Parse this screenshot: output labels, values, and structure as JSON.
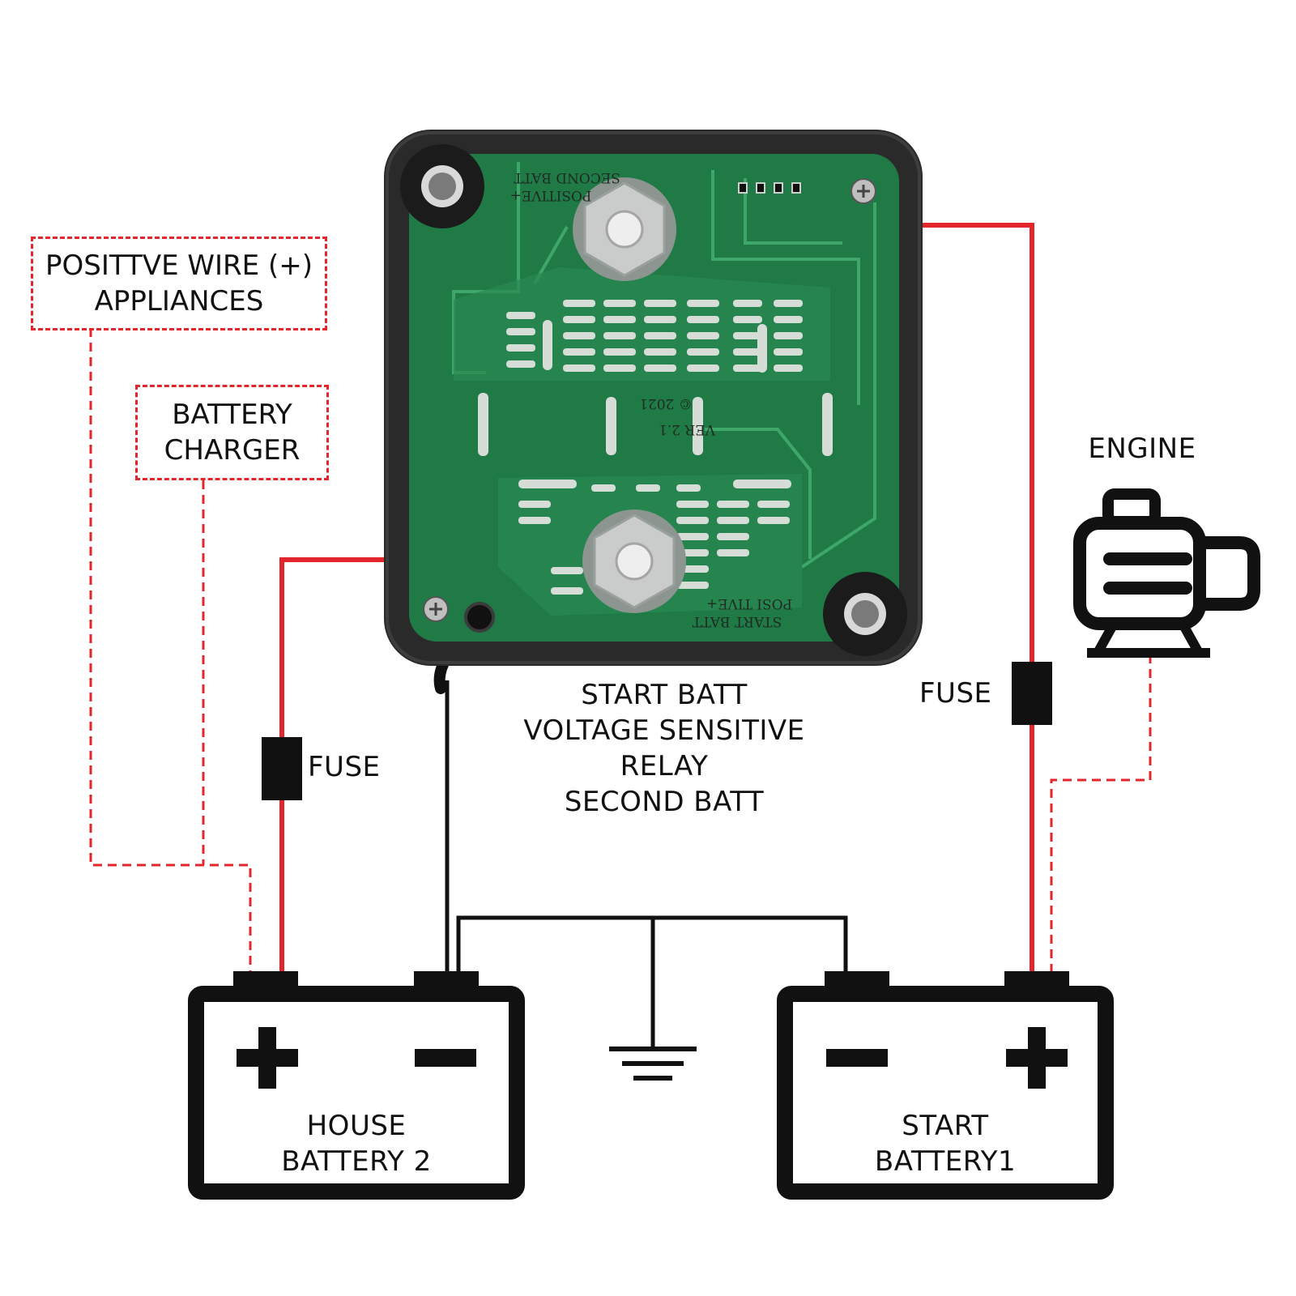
{
  "labels": {
    "appliances": {
      "line1": "POSITTVE WIRE (+)",
      "line2": "APPLIANCES"
    },
    "charger": {
      "line1": "BATTERY",
      "line2": "CHARGER"
    },
    "engine": "ENGINE",
    "fuse_left": "FUSE",
    "fuse_right": "FUSE",
    "relay": {
      "line1": "START BATT",
      "line2": "VOLTAGE SENSITIVE",
      "line3": "RELAY",
      "line4": "SECOND BATT"
    },
    "house_battery": {
      "line1": "HOUSE",
      "line2": "BATTERY 2"
    },
    "start_battery": {
      "line1": "START",
      "line2": "BATTERY1"
    }
  },
  "pcb": {
    "version": "VER 2.1",
    "copyright": "© 2021",
    "top_terminal": {
      "line1": "SECOND BATT",
      "line2": "POSITIVE+"
    },
    "bottom_terminal": {
      "line1": "START BATT",
      "line2": "POSI TIVE+"
    }
  },
  "colors": {
    "positive_wire": "#e3262c",
    "ground_wire": "#111111",
    "pcb_green": "#1f7a45",
    "housing": "#2a2a2a"
  }
}
